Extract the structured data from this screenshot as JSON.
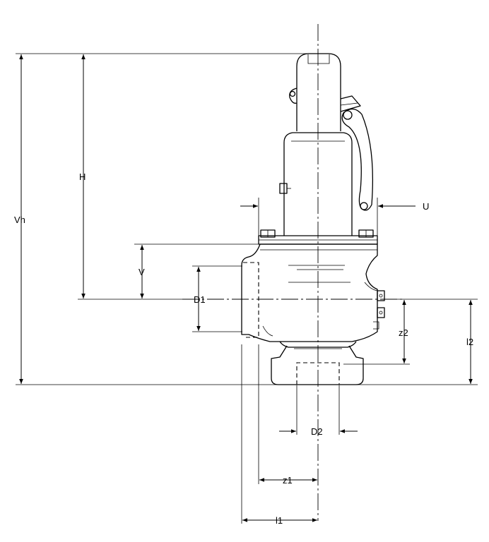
{
  "labels": {
    "vh": "Vh",
    "h": "H",
    "v": "V",
    "d1": "D1",
    "u": "U",
    "z2": "z2",
    "l2": "l2",
    "d2": "D2",
    "z1": "z1",
    "l1": "l1"
  },
  "colors": {
    "line": "#000000",
    "background": "#ffffff"
  }
}
